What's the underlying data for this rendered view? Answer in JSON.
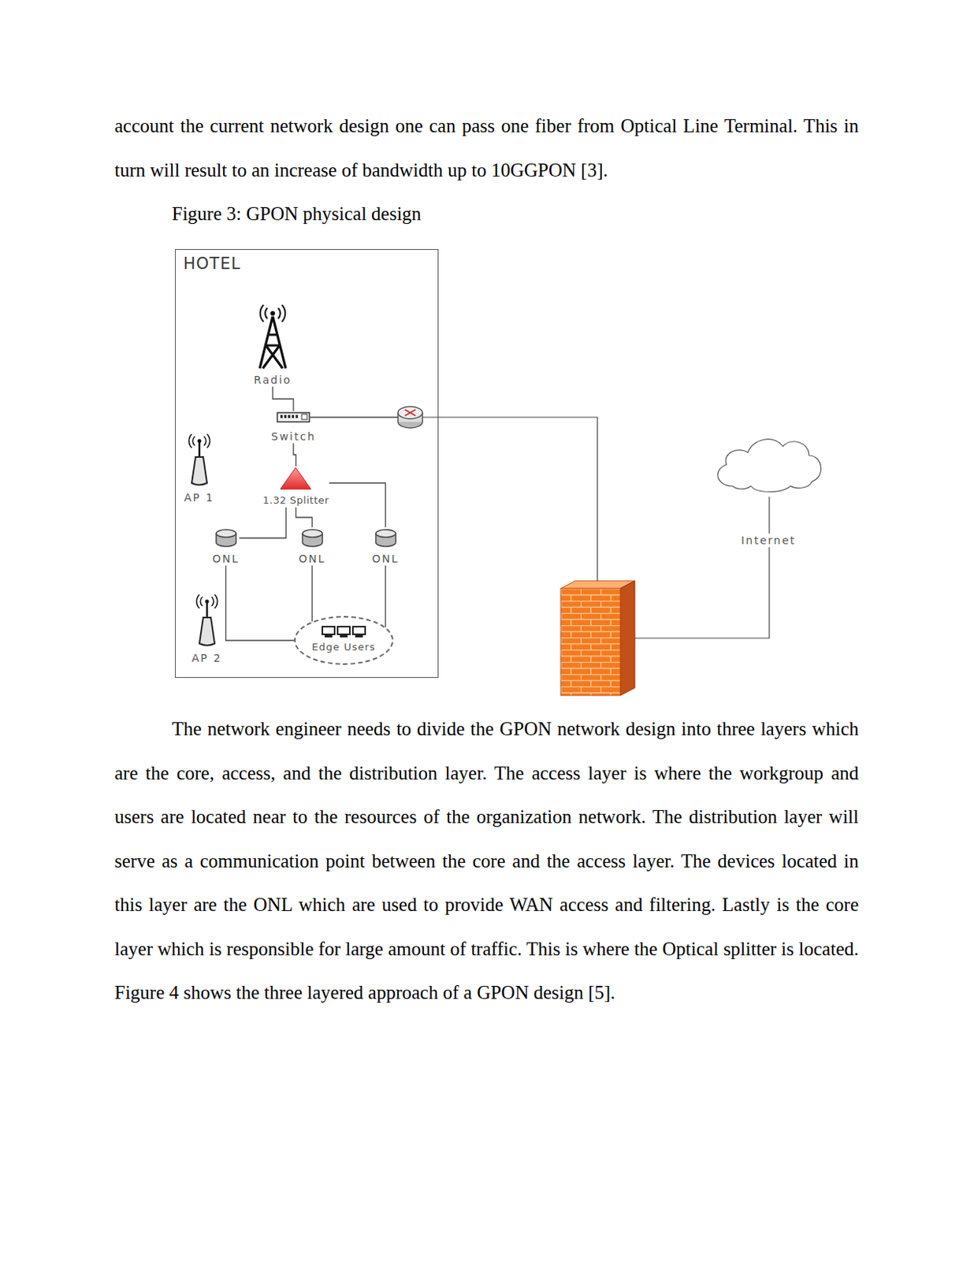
{
  "diagram": {
    "caption": "Figure 3: GPON physical design",
    "nodes": [
      {
        "text": [
          "HOTEL"
        ]
      },
      {
        "text": [
          "Radio"
        ],
        "in": 0
      },
      {
        "text": [
          "Switch"
        ],
        "in": 0
      },
      {
        "text": [
          "AP 1"
        ],
        "in": 0
      },
      {
        "text": [
          "1.32 Splitter"
        ],
        "in": 0
      },
      {
        "text": [
          "ONL"
        ],
        "in": 0
      },
      {
        "text": [
          "ONL"
        ],
        "in": 0
      },
      {
        "text": [
          "ONL"
        ],
        "in": 0
      },
      {
        "text": [
          "AP 2"
        ],
        "in": 0
      },
      {
        "text": [
          "Edge Users"
        ],
        "in": 0
      },
      {
        "text": [
          "Internet"
        ]
      }
    ],
    "edges": [
      {
        "from": 1,
        "to": 2,
        "arrow": "none"
      },
      {
        "from": 2,
        "to": 4,
        "arrow": "none"
      },
      {
        "from": 4,
        "to": 5,
        "arrow": "none"
      },
      {
        "from": 4,
        "to": 6,
        "arrow": "none"
      },
      {
        "from": 4,
        "to": 7,
        "arrow": "none"
      },
      {
        "from": 5,
        "to": 9,
        "arrow": "none"
      },
      {
        "from": 6,
        "to": 9,
        "arrow": "none"
      },
      {
        "from": 7,
        "to": 9,
        "arrow": "none"
      }
    ],
    "labels": [
      "account the current network design one can pass one fiber from Optical Line Terminal. This in turn will result to an increase of bandwidth up to 10GGPON [3].",
      "The network engineer needs to divide the GPON network design into three layers which are the core, access, and the distribution layer. The access layer is where the workgroup and users are located near to the resources of the organization network. The distribution layer will serve as a communication point between the core and the access layer. The devices located in this layer are the ONL which are used to provide WAN access and filtering. Lastly is the core layer which is responsible for large amount of traffic. This is where the Optical splitter is located. Figure 4 shows the three layered approach of a GPON design [5]."
    ]
  }
}
